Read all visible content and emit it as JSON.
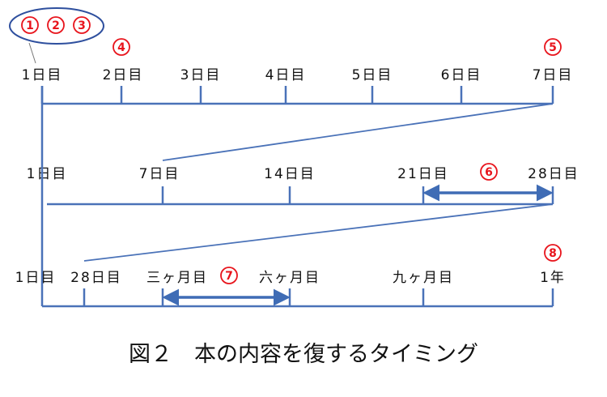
{
  "colors": {
    "line": "#4a72b8",
    "marker": "#e8141c",
    "text": "#111111",
    "group_ellipse": "#2e4f9e"
  },
  "markers": {
    "m1": "1",
    "m2": "2",
    "m3": "3",
    "m4": "4",
    "m5": "5",
    "m6": "6",
    "m7": "7",
    "m8": "8"
  },
  "timeline1": {
    "labels": [
      "1日目",
      "2日目",
      "3日目",
      "4日目",
      "5日目",
      "6日目",
      "7日目"
    ]
  },
  "timeline2": {
    "labels": [
      "1日目",
      "7日目",
      "14日目",
      "21日目",
      "28日目"
    ]
  },
  "timeline3": {
    "labels": [
      "1日目",
      "28日目",
      "三ヶ月目",
      "六ヶ月目",
      "九ヶ月目",
      "1年"
    ]
  },
  "caption": "図２　本の内容を復するタイミング"
}
